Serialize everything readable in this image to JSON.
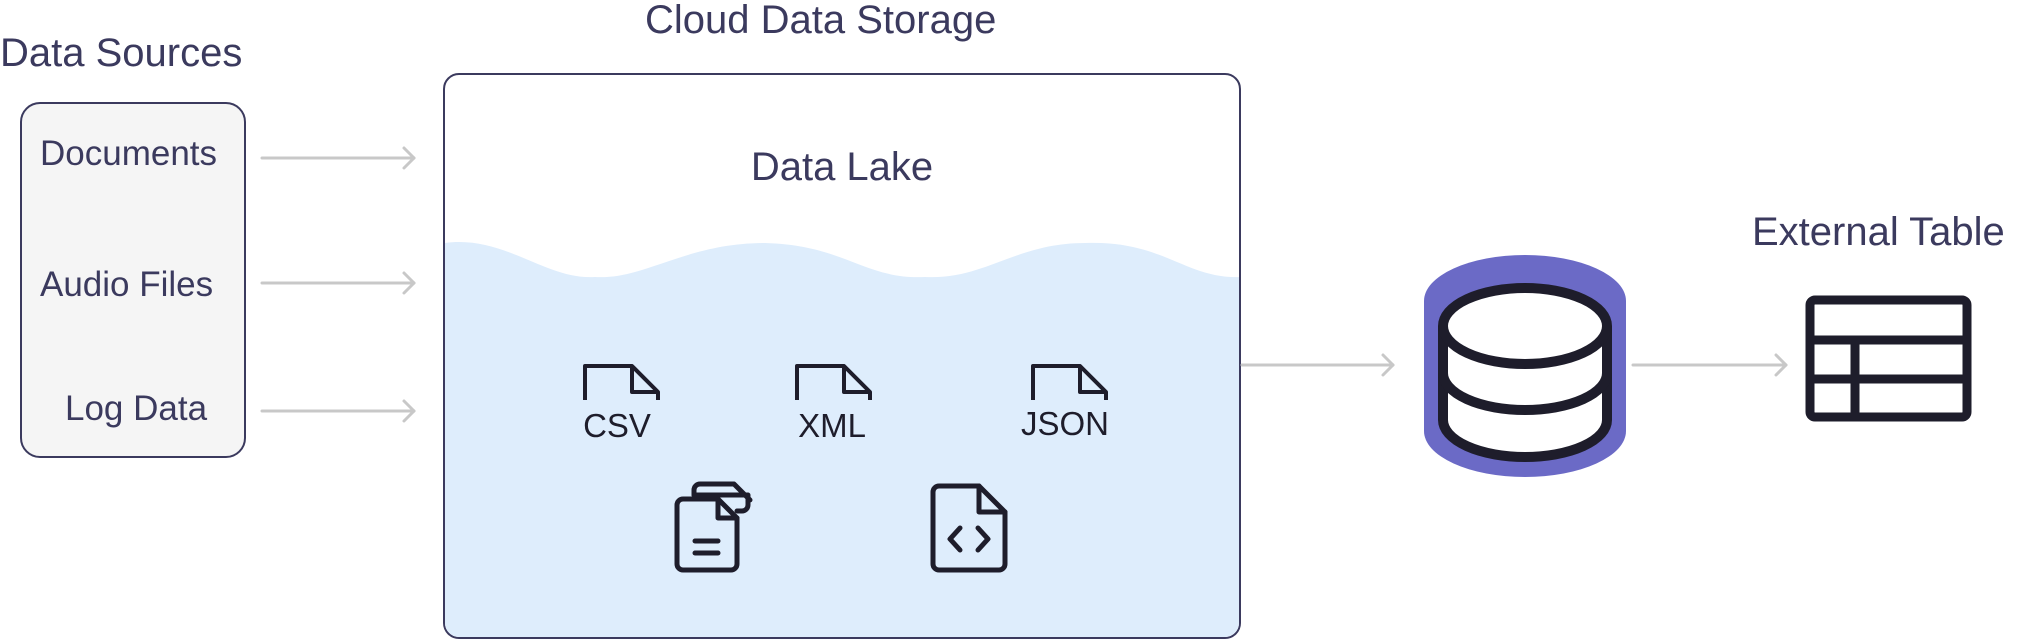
{
  "sources": {
    "title": "Data Sources",
    "items": [
      "Documents",
      "Audio Files",
      "Log Data"
    ]
  },
  "storage": {
    "title": "Cloud Data Storage",
    "lake_title": "Data Lake",
    "formats": [
      "CSV",
      "XML",
      "JSON"
    ]
  },
  "external": {
    "title": "External Table"
  },
  "colors": {
    "text": "#3b3a5e",
    "water": "#deedfc",
    "database_ring": "#6b6ac6",
    "icon_stroke": "#1e1d2b",
    "arrow": "#c8c8c8"
  }
}
